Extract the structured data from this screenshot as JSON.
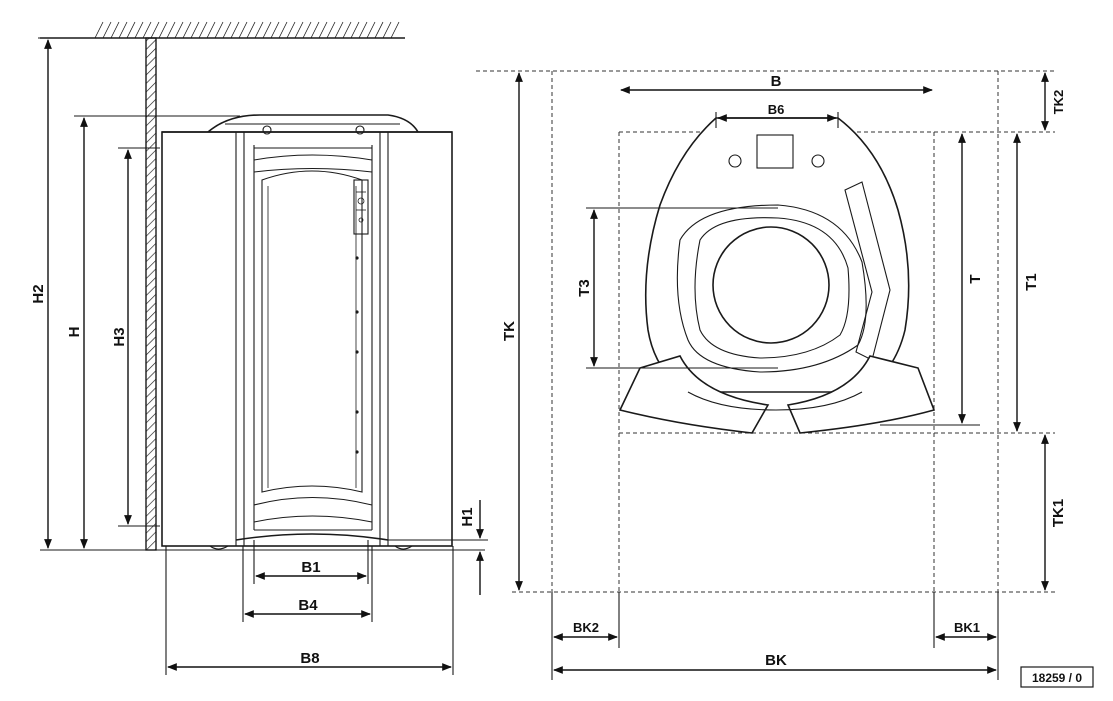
{
  "diagram": {
    "side_view": {
      "labels": {
        "h2": "H2",
        "h": "H",
        "h3": "H3",
        "h1": "H1",
        "b1": "B1",
        "b4": "B4",
        "b8": "B8"
      }
    },
    "top_view": {
      "labels": {
        "b": "B",
        "b6": "B6",
        "tk": "TK",
        "tk2": "TK2",
        "tk1": "TK1",
        "t": "T",
        "t1": "T1",
        "t3": "T3",
        "bk2": "BK2",
        "bk1": "BK1",
        "bk": "BK"
      }
    },
    "reference_number": "18259 / 0"
  }
}
